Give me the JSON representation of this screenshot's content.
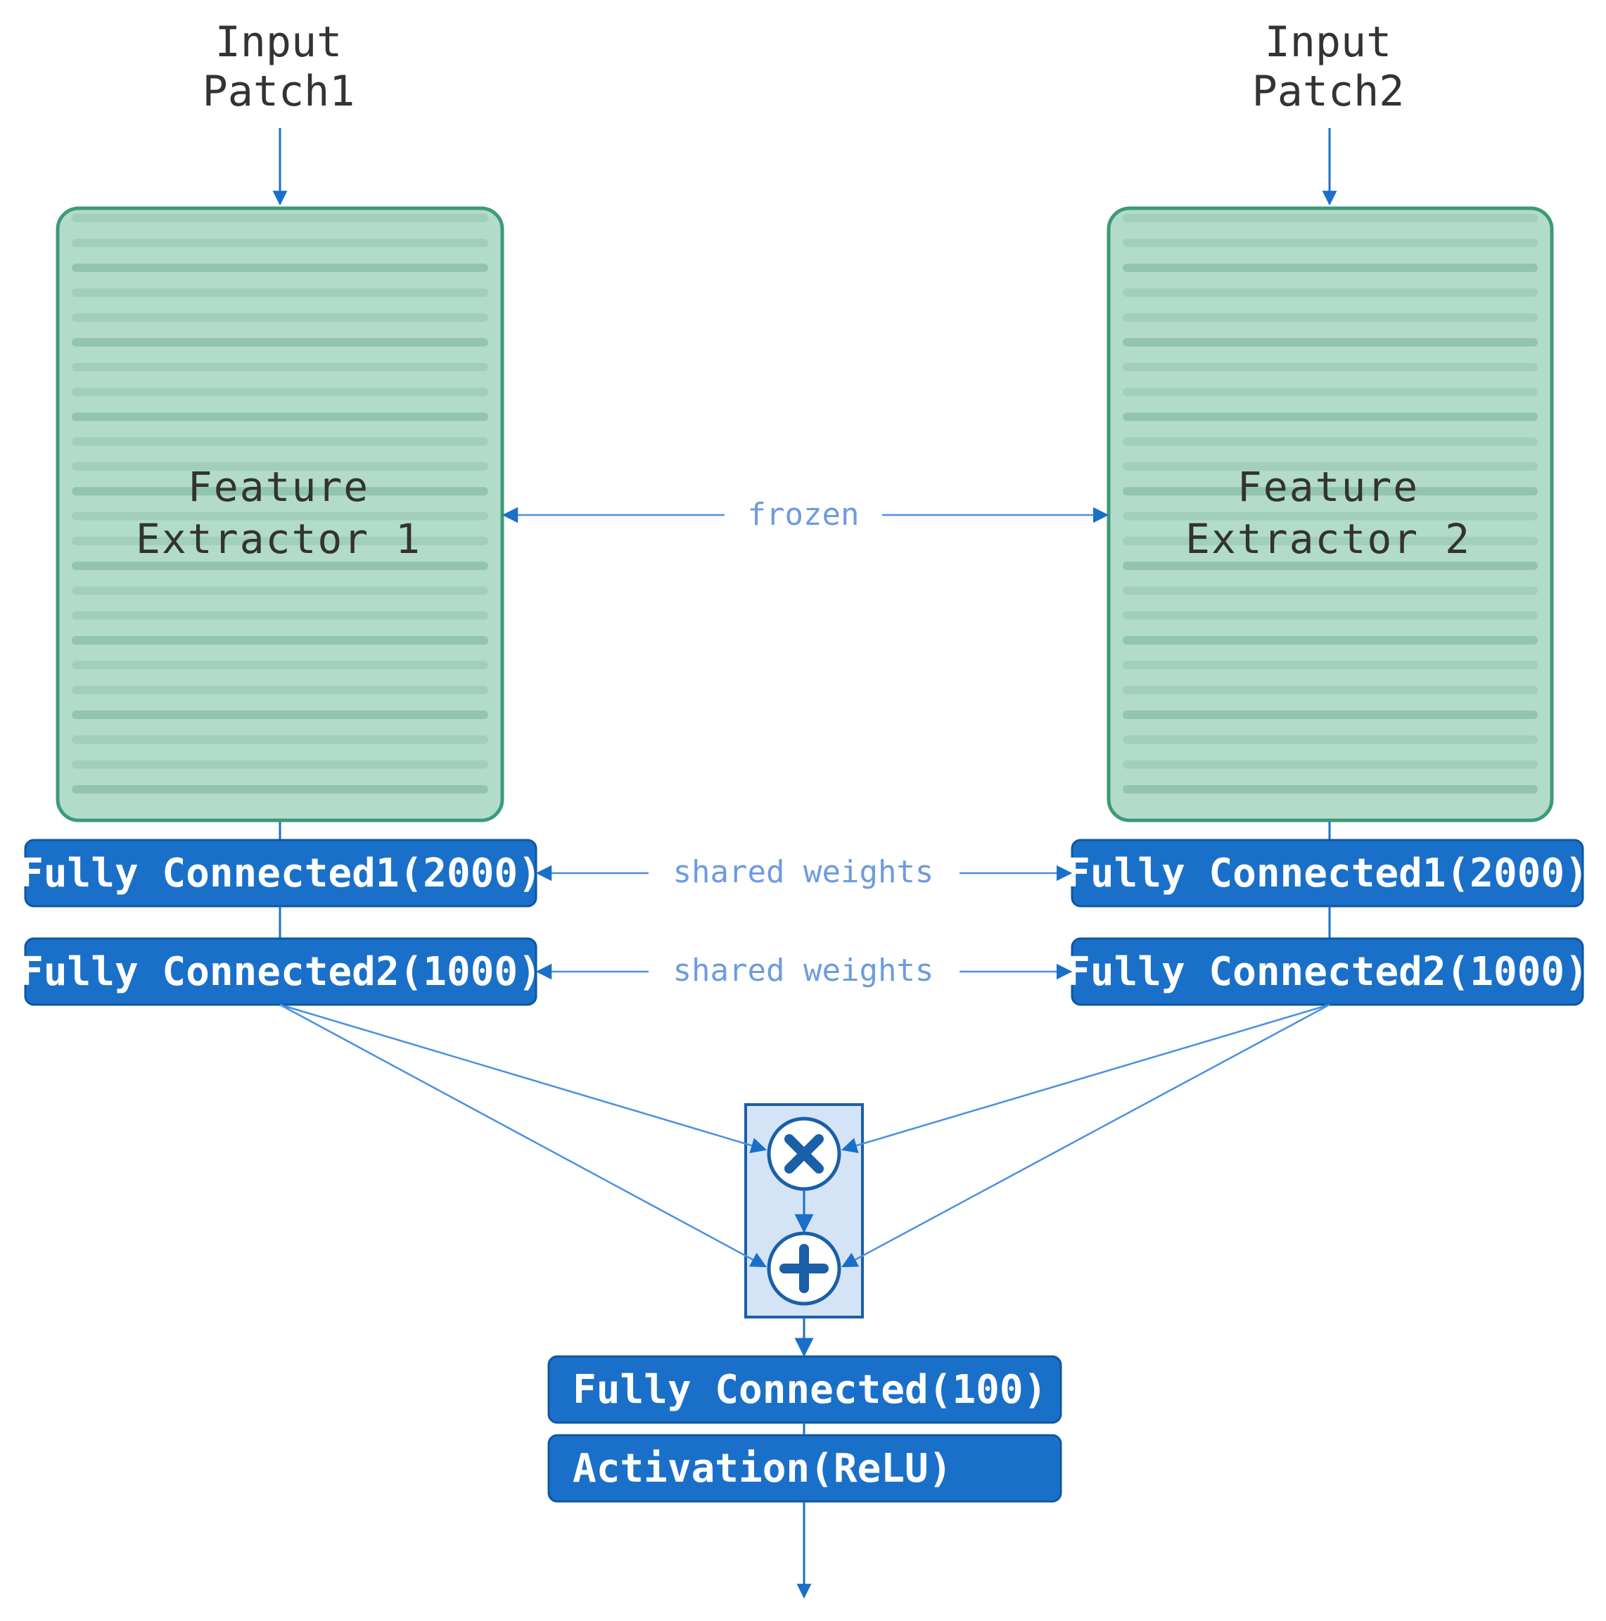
{
  "inputs": [
    {
      "line1": "Input",
      "line2": "Patch1"
    },
    {
      "line1": "Input",
      "line2": "Patch2"
    }
  ],
  "feature_extractors": [
    {
      "line1": "Feature",
      "line2": "Extractor 1"
    },
    {
      "line1": "Feature",
      "line2": "Extractor 2"
    }
  ],
  "links": {
    "frozen": "frozen",
    "shared1": "shared weights",
    "shared2": "shared weights"
  },
  "left_branch": {
    "fc1": "Fully Connected1(2000)",
    "fc2": "Fully Connected2(1000)"
  },
  "right_branch": {
    "fc1": "Fully Connected1(2000)",
    "fc2": "Fully Connected2(1000)"
  },
  "merge": {
    "ops": [
      {
        "icon": "multiply-icon"
      },
      {
        "icon": "plus-icon"
      }
    ]
  },
  "head": {
    "fc": "Fully Connected(100)",
    "activation": "Activation(ReLU)"
  },
  "colors": {
    "fc_fill": "#1a70c8",
    "extractor_fill": "#b2dcc9",
    "extractor_border": "#3d9a78",
    "link_text": "#6e9be0"
  }
}
